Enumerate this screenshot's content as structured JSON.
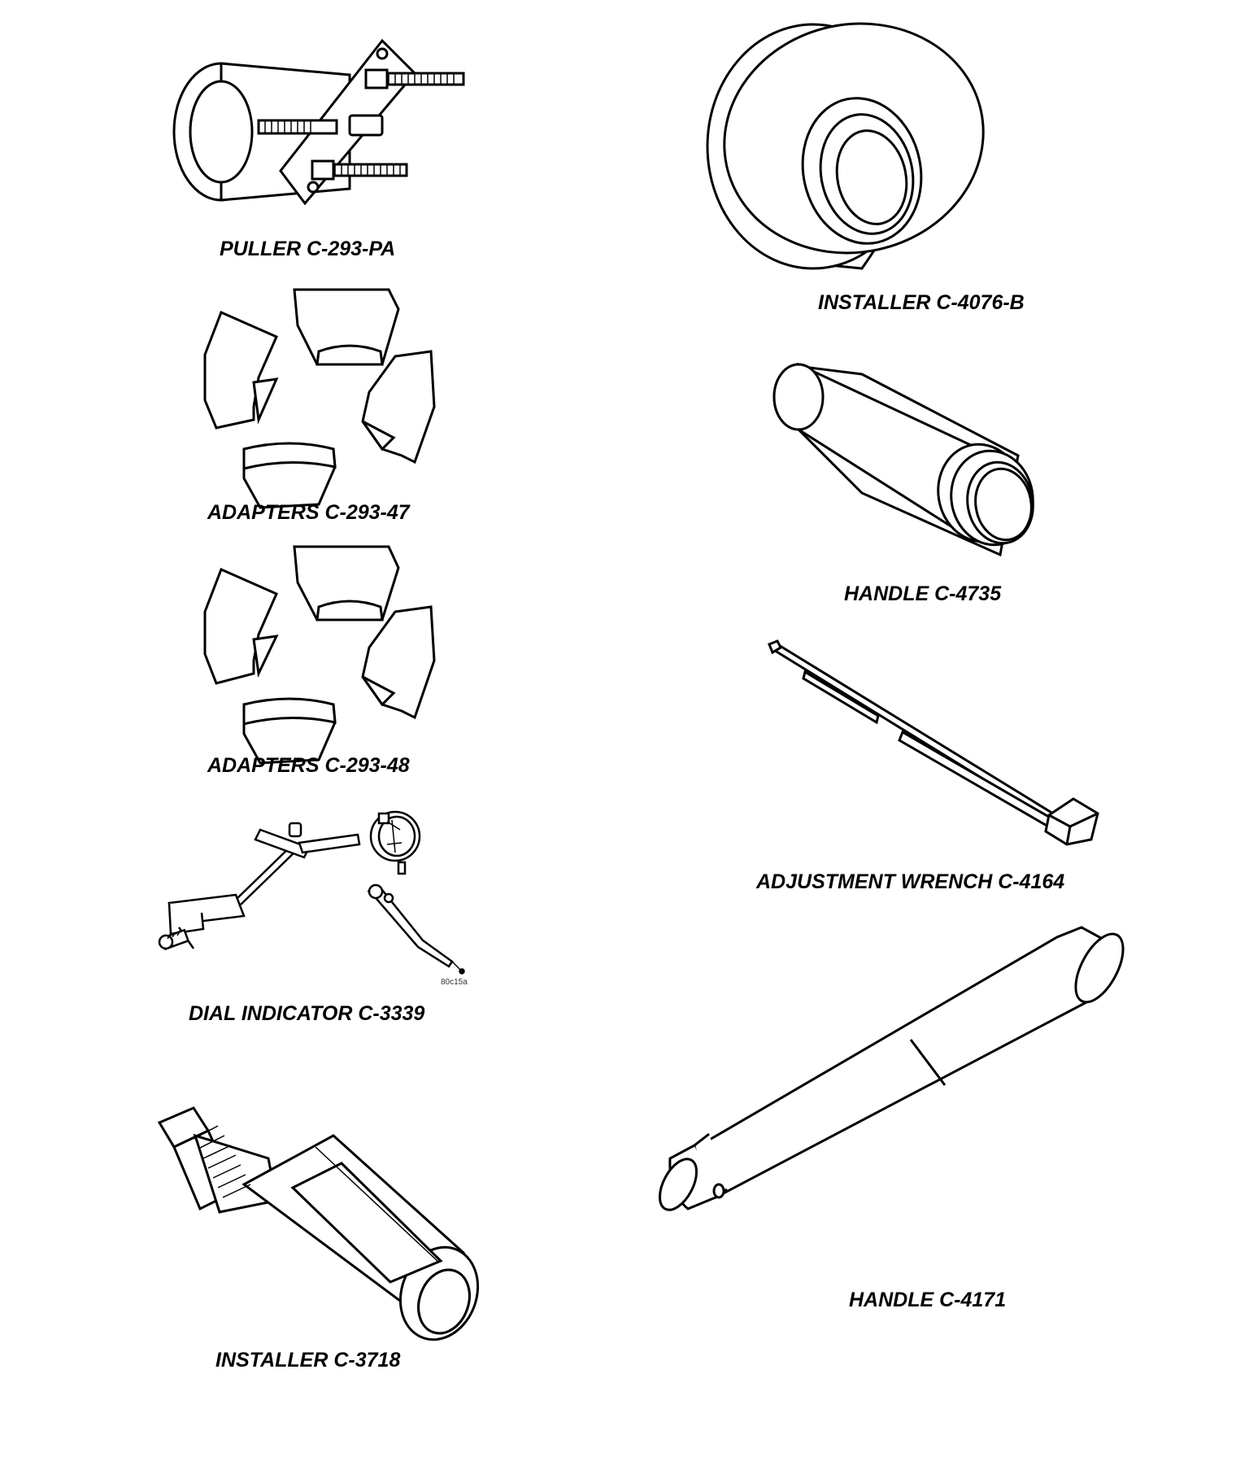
{
  "tools": {
    "puller": {
      "label": "PULLER C-293-PA"
    },
    "adapters47": {
      "label": "ADAPTERS C-293-47"
    },
    "adapters48": {
      "label": "ADAPTERS C-293-48"
    },
    "dial_indicator": {
      "label": "DIAL INDICATOR C-3339",
      "figure_tag": "80c15a"
    },
    "installer3718": {
      "label": "INSTALLER C-3718"
    },
    "installer4076": {
      "label": "INSTALLER C-4076-B"
    },
    "handle4735": {
      "label": "HANDLE C-4735"
    },
    "wrench4164": {
      "label": "ADJUSTMENT WRENCH C-4164"
    },
    "handle4171": {
      "label": "HANDLE C-4171"
    }
  },
  "colors": {
    "ink": "#000000",
    "paper": "#ffffff"
  }
}
